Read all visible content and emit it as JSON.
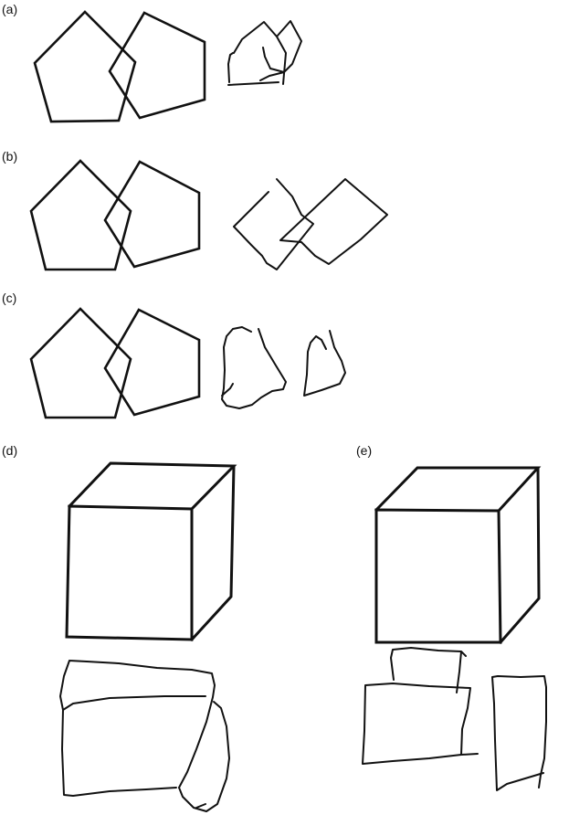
{
  "figure": {
    "panels": [
      {
        "id": "a",
        "label": "(a)",
        "model": "overlapping-pentagons",
        "copy": "small-distorted-overlapping-pentagons"
      },
      {
        "id": "b",
        "label": "(b)",
        "model": "overlapping-pentagons",
        "copy": "overlapping-quadrilaterals"
      },
      {
        "id": "c",
        "label": "(c)",
        "model": "overlapping-pentagons",
        "copy": "two-separate-irregular-shapes"
      },
      {
        "id": "d",
        "label": "(d)",
        "model": "necker-cube",
        "copy": "distorted-cube-drawing"
      },
      {
        "id": "e",
        "label": "(e)",
        "model": "necker-cube",
        "copy": "fragmented-rectangles"
      }
    ]
  }
}
